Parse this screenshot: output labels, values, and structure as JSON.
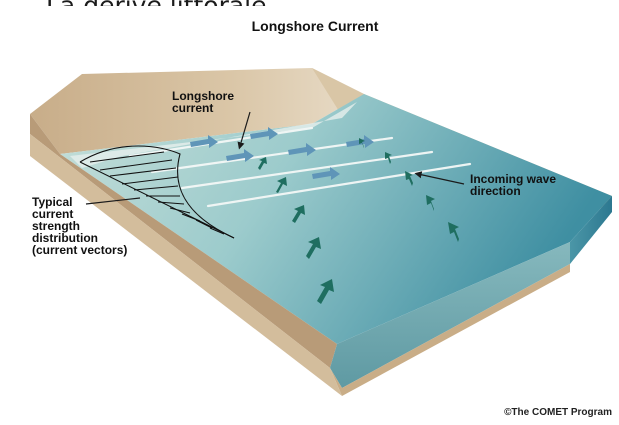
{
  "caption": "La dérive littorale",
  "diagram": {
    "title": "Longshore Current",
    "labels": {
      "longshore": [
        "Longshore",
        "current"
      ],
      "incoming": [
        "Incoming wave",
        "direction"
      ],
      "distribution": [
        "Typical",
        "current",
        "strength",
        "distribution",
        "(current vectors)"
      ]
    },
    "credit": "©The COMET Program"
  },
  "colors": {
    "sand": "#cbb392",
    "water_shallow": "#a9cfcf",
    "water_deep": "#3f8ea1",
    "arrow_wave": "#1f6e60",
    "arrow_current": "#5f95b8"
  }
}
